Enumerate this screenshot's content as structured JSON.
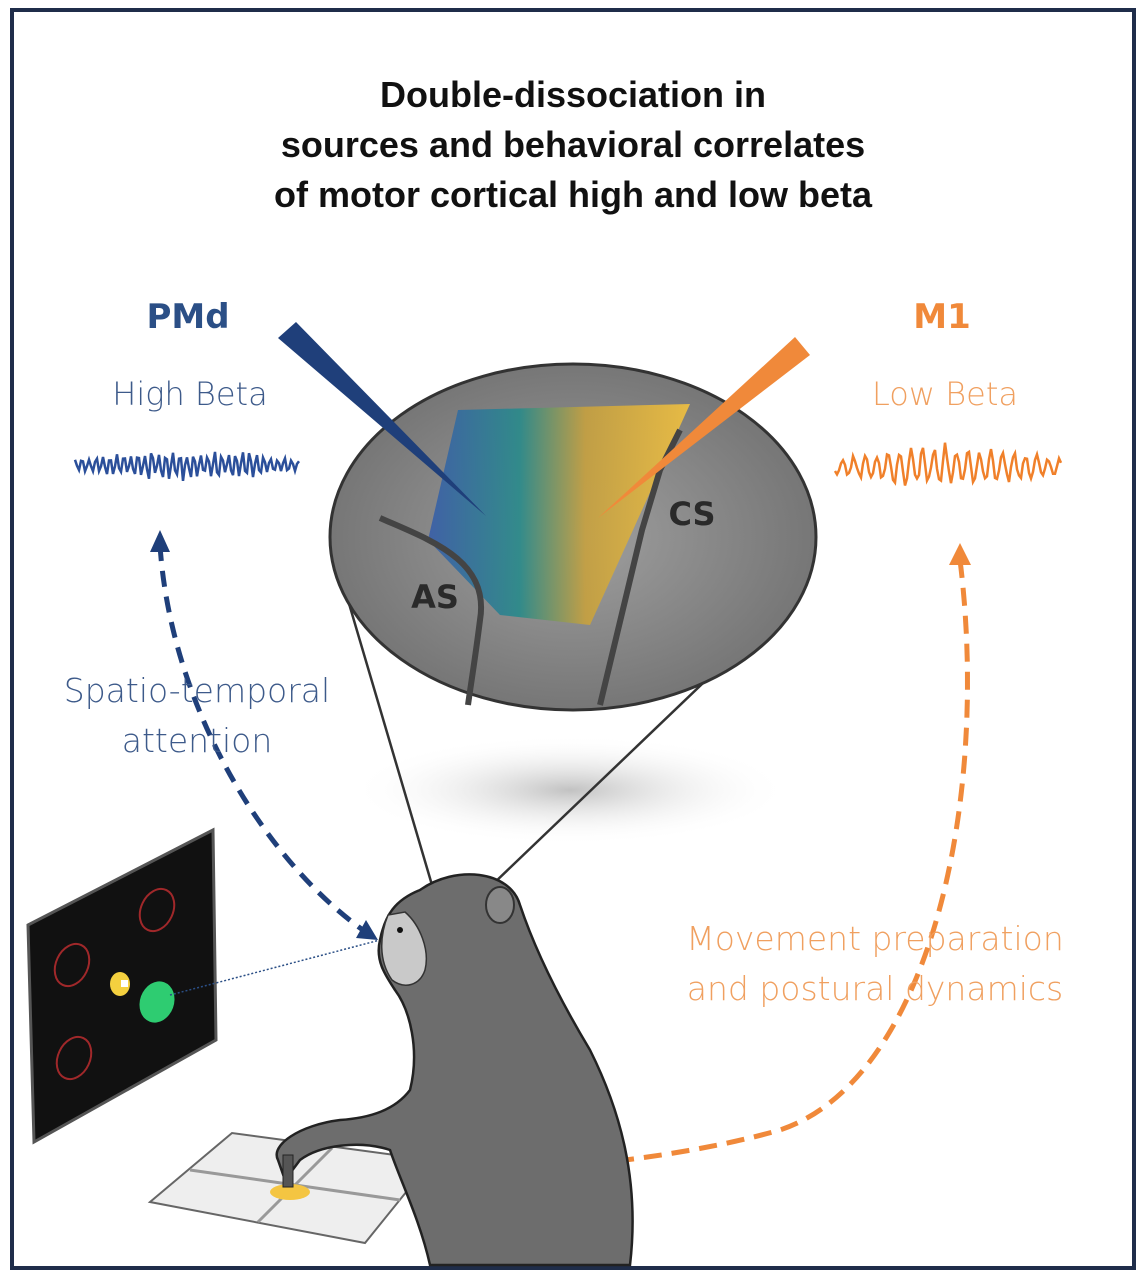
{
  "title": {
    "line1": "Double-dissociation in",
    "line2": "sources and behavioral correlates",
    "line3": "of motor cortical high and low beta"
  },
  "left": {
    "area": "PMd",
    "band": "High Beta",
    "behavior_line1": "Spatio-temporal",
    "behavior_line2": "attention",
    "color": "#2b4f86"
  },
  "right": {
    "area": "M1",
    "band": "Low Beta",
    "behavior_line1": "Movement preparation",
    "behavior_line2": "and postural dynamics",
    "color": "#f0893a"
  },
  "brain": {
    "sulcus_left": "AS",
    "sulcus_right": "CS"
  },
  "colors": {
    "frame": "#1f2d4a",
    "brain": "#8c8c8c",
    "screen": "#111111",
    "target": "#c0392b",
    "cue": "#f4d03f",
    "go": "#2ecc71"
  }
}
